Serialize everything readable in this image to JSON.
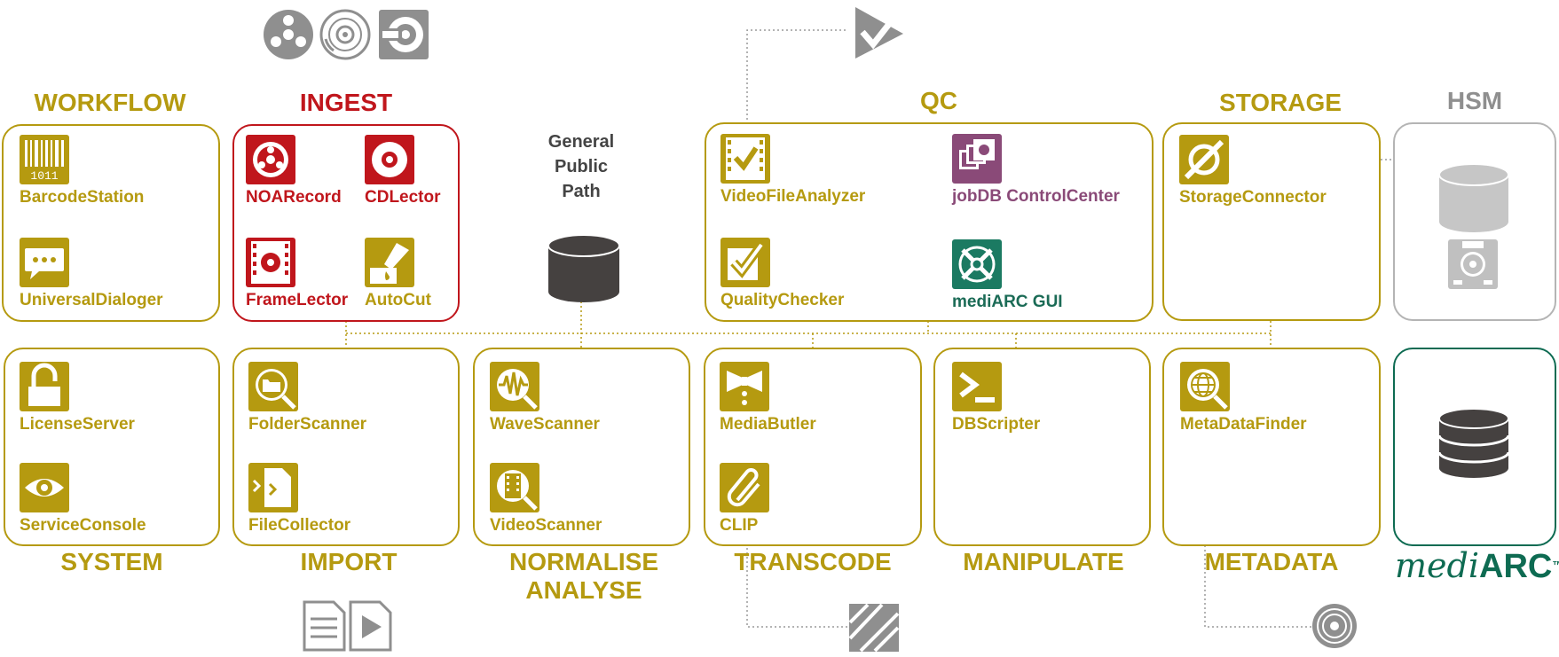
{
  "sections": {
    "workflow": "WORKFLOW",
    "ingest": "INGEST",
    "qc": "QC",
    "storage": "STORAGE",
    "hsm": "HSM",
    "system": "SYSTEM",
    "import": "IMPORT",
    "normalise": "NORMALISE",
    "analyse": "ANALYSE",
    "transcode": "TRANSCODE",
    "manipulate": "MANIPULATE",
    "metadata": "METADATA"
  },
  "general_public_path": [
    "General",
    "Public",
    "Path"
  ],
  "brand": {
    "prefix": "medi",
    "suffix": "ARC",
    "tm": "™"
  },
  "items": {
    "barcode_station": "BarcodeStation",
    "universal_dialoger": "UniversalDialoger",
    "noa_record": "NOARecord",
    "cd_lector": "CDLector",
    "frame_lector": "FrameLector",
    "auto_cut": "AutoCut",
    "video_file_analyzer": "VideoFileAnalyzer",
    "jobdb_control_center": "jobDB ControlCenter",
    "quality_checker": "QualityChecker",
    "mediarc_gui": "mediARC GUI",
    "storage_connector": "StorageConnector",
    "license_server": "LicenseServer",
    "service_console": "ServiceConsole",
    "folder_scanner": "FolderScanner",
    "file_collector": "FileCollector",
    "wave_scanner": "WaveScanner",
    "video_scanner": "VideoScanner",
    "media_butler": "MediaButler",
    "clip": "CLIP",
    "db_scripter": "DBScripter",
    "metadata_finder": "MetaDataFinder"
  },
  "colors": {
    "gold": "#b59a10",
    "red": "#c0161c",
    "purple": "#8a4a78",
    "teal": "#1b6b56",
    "gray": "#b4b4b4",
    "dark": "#454140"
  }
}
